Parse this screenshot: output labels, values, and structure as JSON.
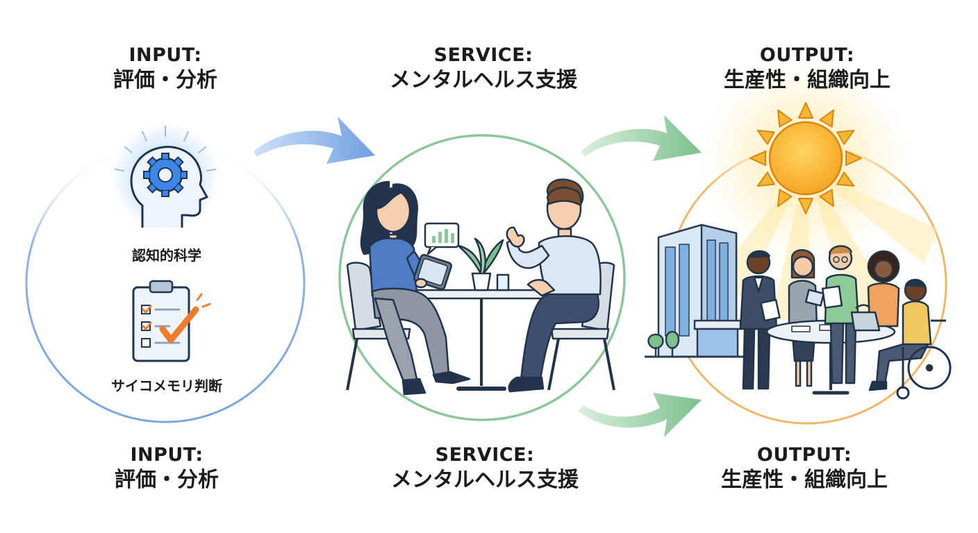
{
  "stages": {
    "input": {
      "heading": "INPUT:",
      "title": "評価・分析",
      "color": "#7aa5e0"
    },
    "service": {
      "heading": "SERVICE:",
      "title": "メンタルヘルス支援",
      "color": "#8cc79a"
    },
    "output": {
      "heading": "OUTPUT:",
      "title": "生産性・組織向上",
      "color": "#f0b866"
    }
  },
  "input_items": {
    "cognitive": "認知的科学",
    "psychometric": "サイコメモリ判断"
  },
  "bottom": {
    "input": {
      "heading": "INPUT:",
      "title": "評価・分析"
    },
    "service": {
      "heading": "SERVICE:",
      "title": "メンタルヘルス支援"
    },
    "output": {
      "heading": "OUTPUT:",
      "title": "生産性・組織向上"
    }
  }
}
